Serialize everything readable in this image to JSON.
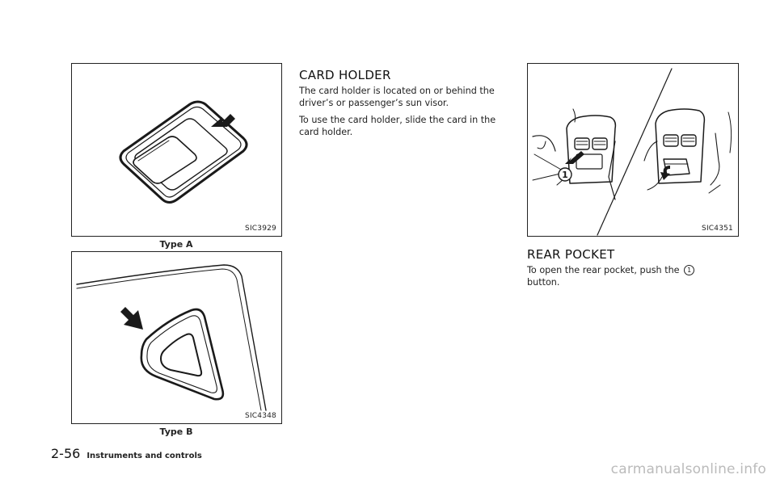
{
  "figures": {
    "type_a": {
      "code": "SIC3929",
      "caption": "Type A",
      "icon": "card-holder-visor-illustration"
    },
    "type_b": {
      "code": "SIC4348",
      "caption": "Type B",
      "icon": "card-holder-trim-illustration"
    },
    "rear": {
      "code": "SIC4351",
      "icon": "rear-pocket-illustration",
      "callout": "1"
    }
  },
  "card_holder": {
    "heading": "CARD HOLDER",
    "paragraphs": [
      "The card holder is located on or behind the driver’s or passenger’s sun visor.",
      "To use the card holder, slide the card in the card holder."
    ]
  },
  "rear_pocket": {
    "heading": "REAR POCKET",
    "text_before": "To open the rear pocket, push the",
    "callout": "1",
    "text_after": "button."
  },
  "footer": {
    "page_number": "2-56",
    "section": "Instruments and controls"
  },
  "watermark": "carmanualsonline.info"
}
